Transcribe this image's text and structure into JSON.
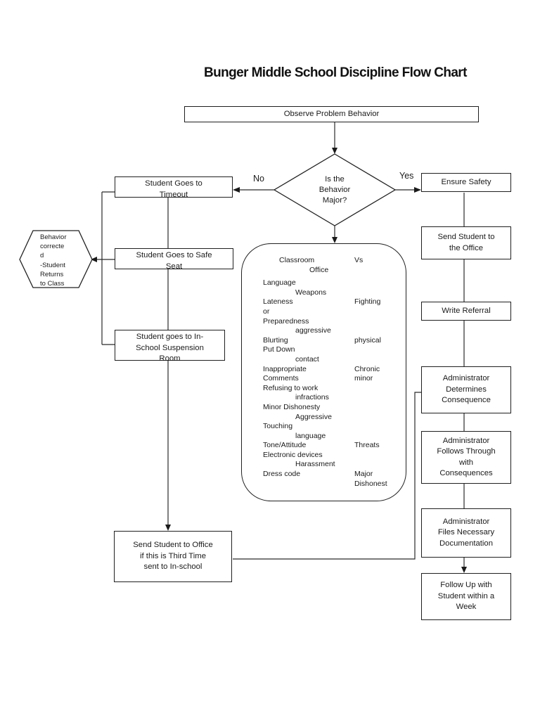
{
  "title": "Bunger Middle School Discipline Flow Chart",
  "nodes": {
    "observe": "Observe Problem Behavior",
    "decision": "Is the\nBehavior\nMajor?",
    "timeout": "Student Goes to\nTimeout",
    "safe_seat": "Student Goes to Safe\nSeat",
    "in_school": "Student goes to In-\nSchool Suspension\nRoom",
    "send_third": "Send Student to Office\nif this is Third Time\nsent to In-school",
    "ensure_safety": "Ensure Safety",
    "send_office": "Send Student to\nthe Office",
    "write_referral": "Write Referral",
    "admin_determines": "Administrator\nDetermines\nConsequence",
    "admin_follows": "Administrator\nFollows Through\nwith\nConsequences",
    "admin_files": "Administrator\nFiles Necessary\nDocumentation",
    "follow_up": "Follow Up with\nStudent within a\nWeek",
    "behavior_corrected": "Behavior\ncorrecte\nd\n-Student\nReturns\nto Class"
  },
  "edge_labels": {
    "no": "No",
    "yes": "Yes"
  },
  "matrix": {
    "lines": [
      {
        "l": "Classroom",
        "r": "Vs",
        "ind": "h1"
      },
      {
        "l": "Office",
        "ind": "h2"
      },
      {
        "l": "Language",
        "ind": "n",
        "gap": true
      },
      {
        "l": "Weapons",
        "ind": "i"
      },
      {
        "l": "Lateness",
        "r": "Fighting",
        "ind": "n"
      },
      {
        "l": "or",
        "ind": "n"
      },
      {
        "l": "Preparedness",
        "ind": "n"
      },
      {
        "l": "aggressive",
        "ind": "i"
      },
      {
        "l": "Blurting",
        "r": "physical",
        "ind": "n"
      },
      {
        "l": "Put Down",
        "ind": "n"
      },
      {
        "l": "contact",
        "ind": "i"
      },
      {
        "l": "Inappropriate",
        "r": "Chronic",
        "ind": "n"
      },
      {
        "l": "Comments",
        "r": "minor",
        "ind": "n"
      },
      {
        "l": "Refusing to work",
        "ind": "n"
      },
      {
        "l": "infractions",
        "ind": "i"
      },
      {
        "l": "Minor Dishonesty",
        "ind": "n"
      },
      {
        "l": "Aggressive",
        "ind": "i"
      },
      {
        "l": "Touching",
        "ind": "n"
      },
      {
        "l": "language",
        "ind": "i"
      },
      {
        "l": "Tone/Attitude",
        "r": "Threats",
        "ind": "n"
      },
      {
        "l": "Electronic devices",
        "ind": "n"
      },
      {
        "l": "Harassment",
        "ind": "i"
      },
      {
        "l": "Dress code",
        "r": "Major",
        "ind": "n"
      },
      {
        "l": "",
        "r": "Dishonest",
        "ind": "n"
      }
    ]
  },
  "colors": {
    "ink": "#1a1a1a",
    "background": "#ffffff"
  }
}
